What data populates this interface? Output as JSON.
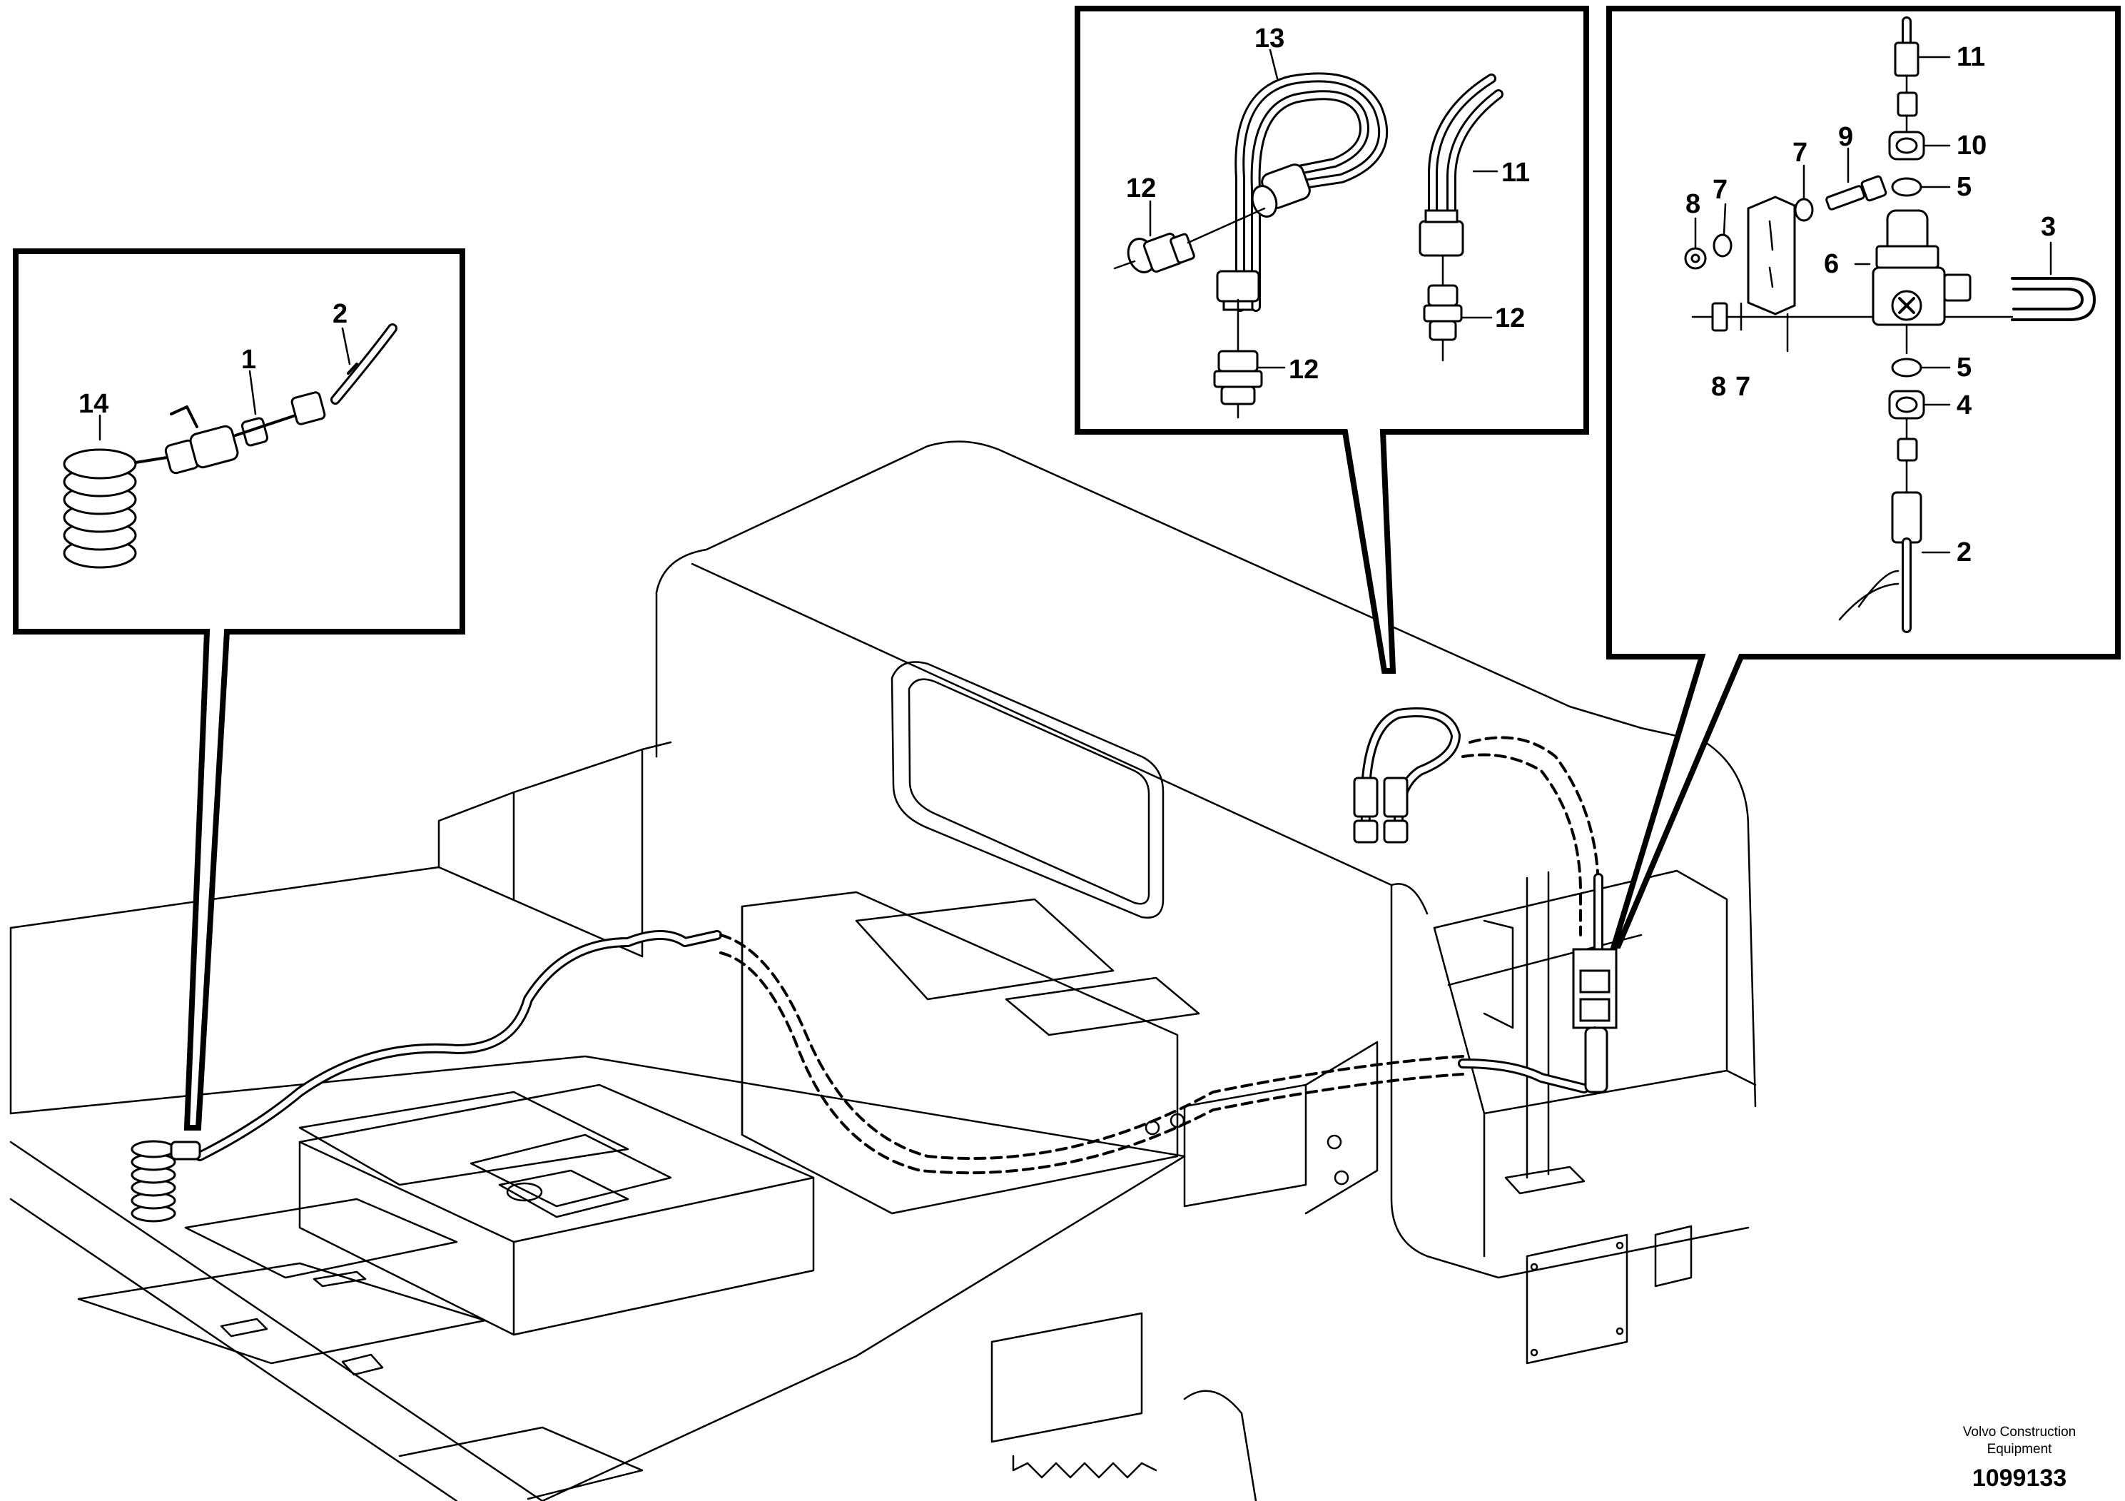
{
  "labels": {
    "left_inset": {
      "item_14": "14",
      "item_1": "1",
      "item_2": "2"
    },
    "center_inset": {
      "item_13": "13",
      "item_12a": "12",
      "item_11": "11",
      "item_12b": "12",
      "item_12c": "12"
    },
    "right_inset": {
      "item_11": "11",
      "item_10": "10",
      "item_9": "9",
      "item_7a": "7",
      "item_7b": "7",
      "item_8a": "8",
      "item_5a": "5",
      "item_3": "3",
      "item_6": "6",
      "item_8b": "8",
      "item_7c": "7",
      "item_5b": "5",
      "item_4": "4",
      "item_2": "2"
    }
  },
  "footer": {
    "brand_line1": "Volvo Construction",
    "brand_line2": "Equipment",
    "doc_number": "1099133"
  }
}
